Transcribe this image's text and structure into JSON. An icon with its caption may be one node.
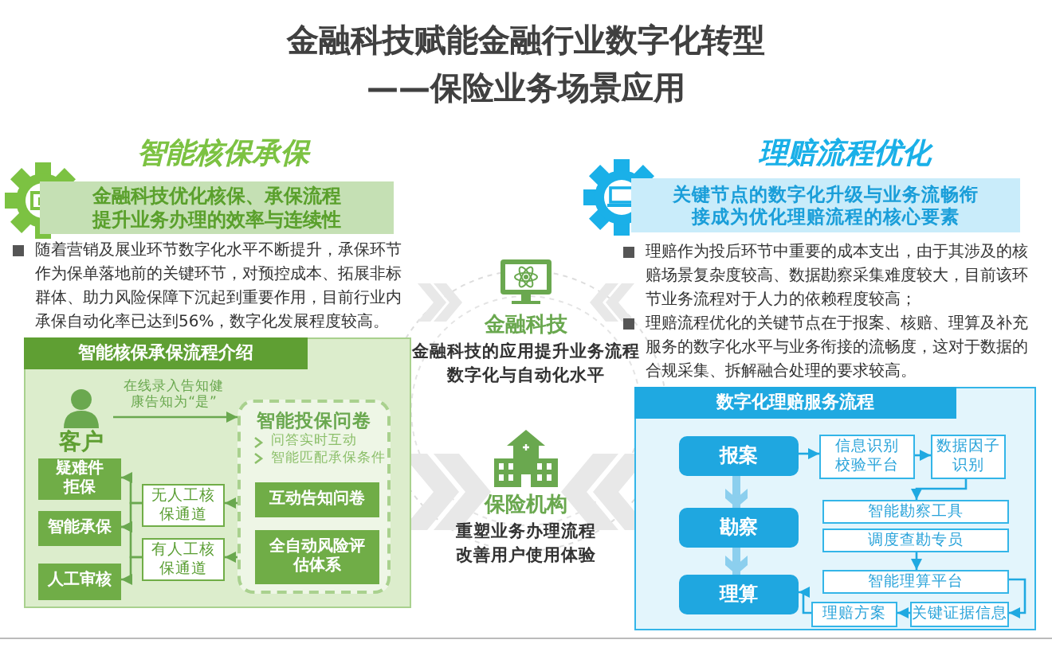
{
  "diagram": {
    "title": "金融科技赋能金融行业数字化转型——保险业务场景应用",
    "nodes": [
      {
        "text": [
          "金融科技优化核保、承保流程提升业务办理的效率与连续性"
        ]
      },
      {
        "text": [
          "智能核保承保流程介绍"
        ]
      },
      {
        "text": [
          "客户"
        ],
        "in": 1
      },
      {
        "text": [
          "智能投保问卷",
          "问答实时互动",
          "智能匹配承保条件"
        ],
        "in": 1
      },
      {
        "text": [
          "互动告知问卷"
        ],
        "in": 3
      },
      {
        "text": [
          "全自动风险评估体系"
        ],
        "in": 3
      },
      {
        "text": [
          "疑难件拒保"
        ],
        "in": 1
      },
      {
        "text": [
          "智能承保"
        ],
        "in": 1
      },
      {
        "text": [
          "人工审核"
        ],
        "in": 1
      },
      {
        "text": [
          "无人工核保通道"
        ],
        "in": 1
      },
      {
        "text": [
          "有人工核保通道"
        ],
        "in": 1
      },
      {
        "text": [
          "关键节点的数字化升级与业务流畅衔接成为优化理赔流程的核心要素"
        ]
      },
      {
        "text": [
          "数字化理赔服务流程"
        ]
      },
      {
        "text": [
          "报案"
        ],
        "in": 12
      },
      {
        "text": [
          "信息识别校验平台"
        ],
        "in": 12
      },
      {
        "text": [
          "数据因子识别"
        ],
        "in": 12
      },
      {
        "text": [
          "勘察"
        ],
        "in": 12
      },
      {
        "text": [
          "智能勘察工具"
        ],
        "in": 12
      },
      {
        "text": [
          "调度查勘专员"
        ],
        "in": 12
      },
      {
        "text": [
          "理算"
        ],
        "in": 12
      },
      {
        "text": [
          "智能理算平台"
        ],
        "in": 12
      },
      {
        "text": [
          "理赔方案"
        ],
        "in": 12
      },
      {
        "text": [
          "关键证据信息"
        ],
        "in": 12
      }
    ],
    "edges": [
      {
        "from": 2,
        "to": 3,
        "arrow": "to",
        "label": "在线录入告知健康告知为“是”"
      },
      {
        "from": 3,
        "to": 9,
        "arrow": "to"
      },
      {
        "from": 3,
        "to": 10,
        "arrow": "to"
      },
      {
        "from": 9,
        "to": 6,
        "arrow": "to"
      },
      {
        "from": 9,
        "to": 7,
        "arrow": "to"
      },
      {
        "from": 10,
        "to": 7,
        "arrow": "to"
      },
      {
        "from": 10,
        "to": 8,
        "arrow": "to"
      },
      {
        "from": 13,
        "to": 14,
        "arrow": "to",
        "color": "#1fa9e1"
      },
      {
        "from": 14,
        "to": 15,
        "arrow": "to",
        "color": "#1fa9e1"
      },
      {
        "from": 15,
        "to": 17,
        "arrow": "to",
        "color": "#1fa9e1"
      },
      {
        "from": 18,
        "to": 20,
        "arrow": "to",
        "color": "#1fa9e1"
      },
      {
        "from": 20,
        "to": 22,
        "arrow": "to",
        "color": "#1fa9e1"
      },
      {
        "from": 22,
        "to": 21,
        "arrow": "to",
        "color": "#1fa9e1"
      },
      {
        "from": 21,
        "to": 19,
        "arrow": "to",
        "color": "#1fa9e1"
      },
      {
        "from": 13,
        "to": 16,
        "arrow": "to",
        "style": "thick",
        "color": "#8ccfee"
      },
      {
        "from": 16,
        "to": 19,
        "arrow": "to",
        "style": "thick",
        "color": "#8ccfee"
      }
    ],
    "labels": [
      "智能核保承保",
      "随着营销及展业环节数字化水平不断提升，承保环节作为保单落地前的关键环节，对预控成本、拓展非标群体、助力风险保障下沉起到重要作用，目前行业内承保自动化率已达到56%，数字化发展程度较高。",
      "金融科技",
      "金融科技的应用提升业务流程数字化与自动化水平",
      "保险机构",
      "重塑业务办理流程改善用户使用体验",
      "理赔流程优化",
      "理赔作为投后环节中重要的成本支出，由于其涉及的核赔场景复杂度较高、数据勘察采集难度较大，目前该环节业务流程对于人力的依赖程度较高；",
      "理赔流程优化的关键节点在于报案、核赔、理算及补充服务的数字化水平与业务衔接的流畅度，这对于数据的合规采集、拆解融合处理的要求较高。"
    ]
  }
}
